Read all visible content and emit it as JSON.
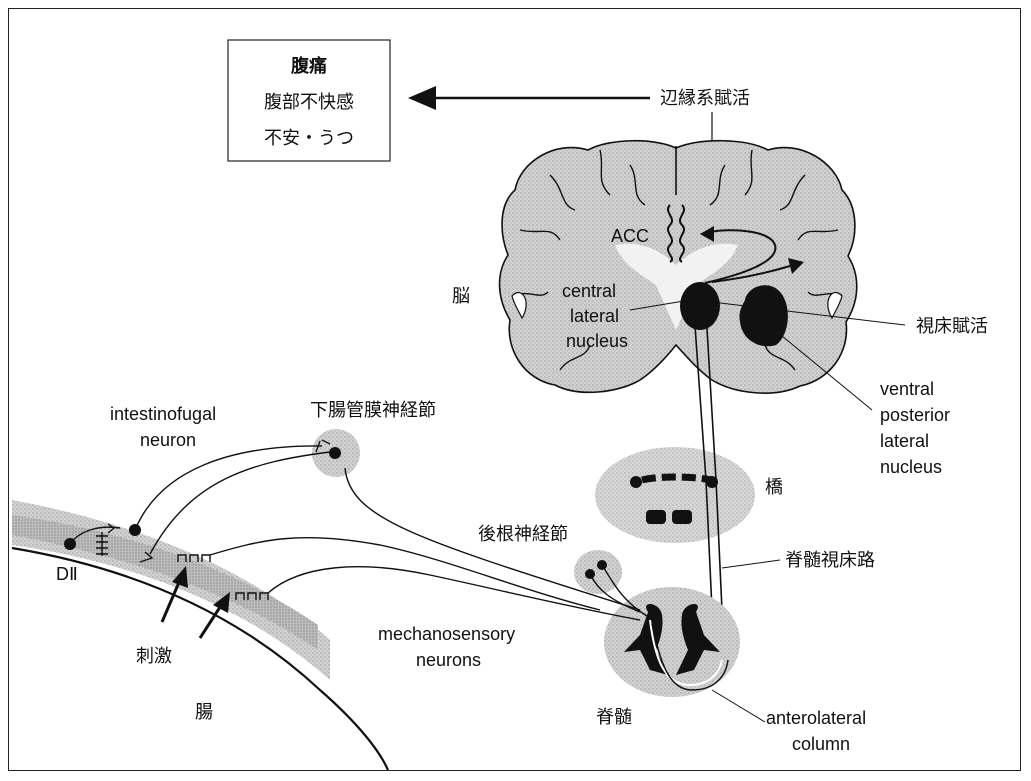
{
  "symptoms_box": {
    "line1": "腹痛",
    "line2": "腹部不快感",
    "line3": "不安・うつ"
  },
  "labels": {
    "limbic_activation": "辺縁系賦活",
    "acc": "ACC",
    "brain": "脳",
    "central_lateral_1": "central",
    "central_lateral_2": "lateral",
    "central_lateral_3": "nucleus",
    "thalamus_activation": "視床賦活",
    "vpl_1": "ventral",
    "vpl_2": "posterior",
    "vpl_3": "lateral",
    "vpl_4": "nucleus",
    "inferior_mesenteric_ganglion": "下腸管膜神経節",
    "intestinofugal_1": "intestinofugal",
    "intestinofugal_2": "neuron",
    "pons": "橋",
    "dorsal_root_ganglion": "後根神経節",
    "spinothalamic_tract": "脊髄視床路",
    "dii": "DⅡ",
    "stimulus": "刺激",
    "mechanosensory_1": "mechanosensory",
    "mechanosensory_2": "neurons",
    "intestine": "腸",
    "spinal_cord": "脊髄",
    "anterolateral_1": "anterolateral",
    "anterolateral_2": "column"
  },
  "colors": {
    "tissue_fill": "#c8c8c8",
    "intestine_band": "#b5b5b5",
    "nucleus_fill": "#111111",
    "line": "#111111"
  }
}
